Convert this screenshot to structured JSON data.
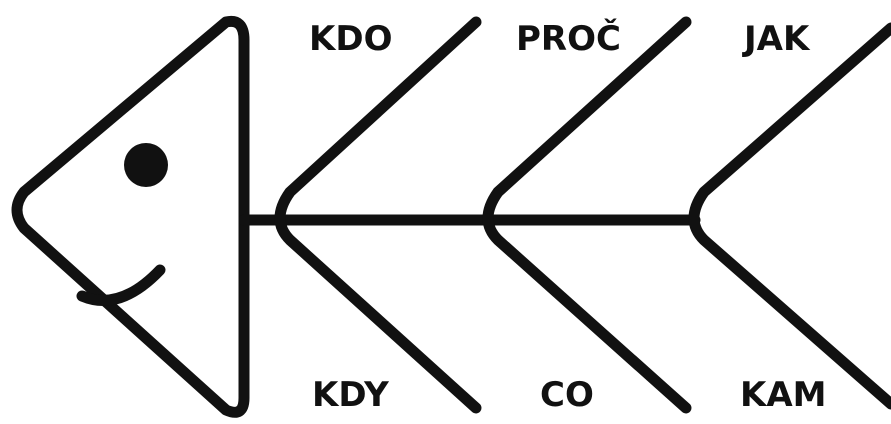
{
  "labels": {
    "top": [
      "KDO",
      "PROČ",
      "JAK"
    ],
    "bottom": [
      "KDY",
      "CO",
      "KAM"
    ]
  },
  "colors": {
    "stroke": "#111111",
    "background": "#ffffff"
  }
}
